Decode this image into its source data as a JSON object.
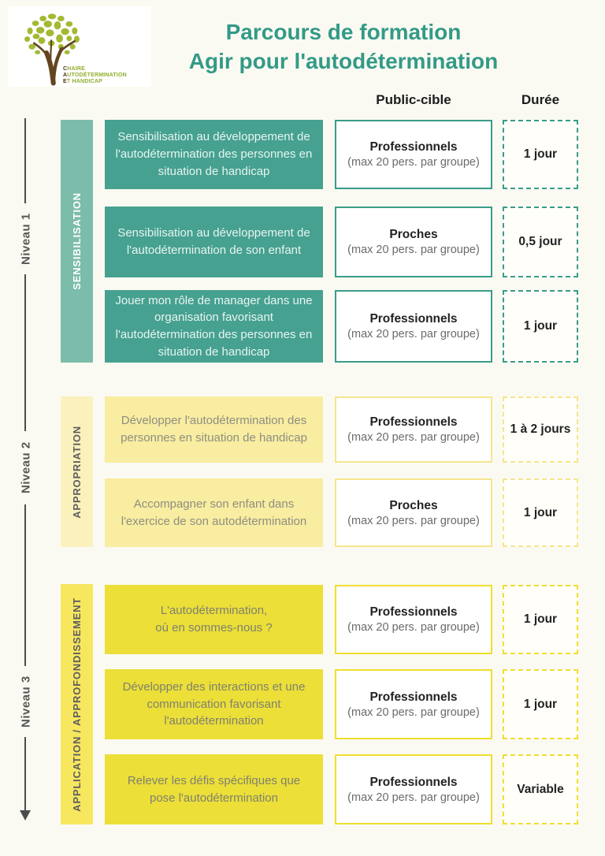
{
  "logo": {
    "line1": "CHAIRE",
    "line2": "AUTODÉTERMINATION",
    "line3": "ET HANDICAP"
  },
  "header": {
    "title_line1": "Parcours de formation",
    "title_line2": "Agir pour l'autodétermination"
  },
  "columns": {
    "public_label": "Public-cible",
    "duration_label": "Durée"
  },
  "palette": {
    "teal": "#46a190",
    "teal_band": "#7cbcab",
    "title_teal": "#339a87",
    "pale_yellow_band": "#faf1bd",
    "pale_yellow_box": "#f8eda0",
    "yellow_band": "#f7e75f",
    "yellow_box": "#ebdf38"
  },
  "levels": [
    {
      "rail_label": "Niveau 1",
      "band_label": "SENSIBILISATION",
      "rows": [
        {
          "course": "Sensibilisation au développement de l'autodétermination des personnes en situation de handicap",
          "audience": "Professionnels",
          "audience_note": "(max 20 pers. par groupe)",
          "duration": "1 jour"
        },
        {
          "course": "Sensibilisation au développement de l'autodétermination de son enfant",
          "audience": "Proches",
          "audience_note": "(max 20 pers. par groupe)",
          "duration": "0,5 jour"
        },
        {
          "course": "Jouer mon rôle de manager dans une organisation favorisant l'autodétermination des personnes en situation de handicap",
          "audience": "Professionnels",
          "audience_note": "(max 20 pers. par groupe)",
          "duration": "1 jour"
        }
      ]
    },
    {
      "rail_label": "Niveau 2",
      "band_label": "APPROPRIATION",
      "rows": [
        {
          "course": "Développer l'autodétermination des personnes en situation de handicap",
          "audience": "Professionnels",
          "audience_note": "(max 20 pers. par groupe)",
          "duration": "1 à 2 jours"
        },
        {
          "course": "Accompagner son enfant dans l'exercice de son autodétermination",
          "audience": "Proches",
          "audience_note": "(max 20 pers. par groupe)",
          "duration": "1 jour"
        }
      ]
    },
    {
      "rail_label": "Niveau 3",
      "band_label": "APPLICATION / APPROFONDISSEMENT",
      "rows": [
        {
          "course": "L'autodétermination,\noù en sommes-nous ?",
          "audience": "Professionnels",
          "audience_note": "(max 20 pers. par groupe)",
          "duration": "1 jour"
        },
        {
          "course": "Développer des interactions et une communication favorisant l'autodétermination",
          "audience": "Professionnels",
          "audience_note": "(max 20 pers. par groupe)",
          "duration": "1 jour"
        },
        {
          "course": "Relever les défis spécifiques que pose l'autodétermination",
          "audience": "Professionnels",
          "audience_note": "(max 20 pers. par groupe)",
          "duration": "Variable"
        }
      ]
    }
  ]
}
